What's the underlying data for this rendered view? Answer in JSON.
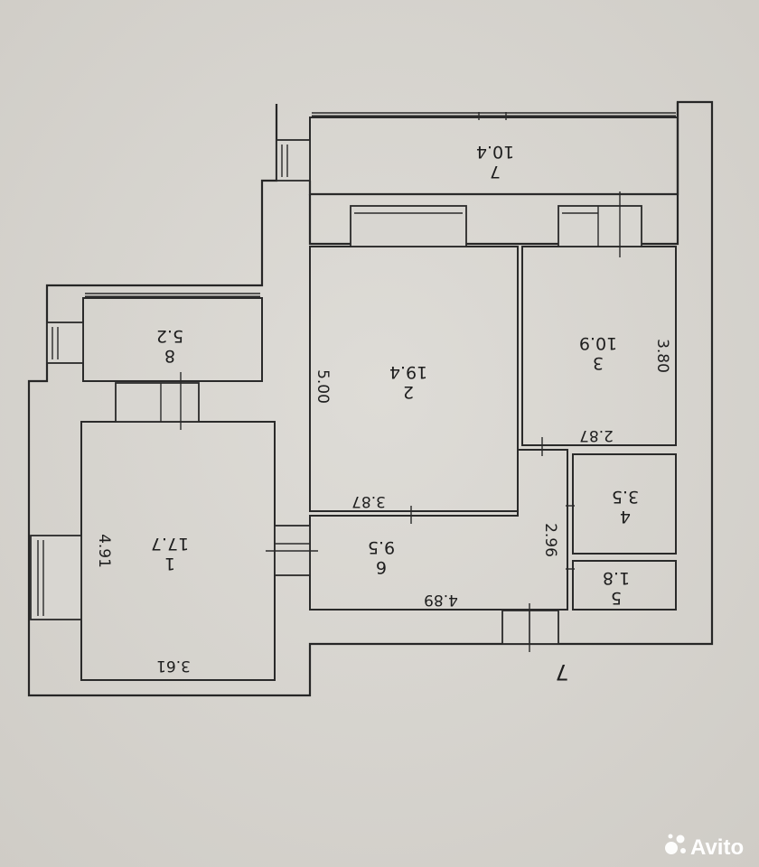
{
  "rooms": [
    {
      "number": "1",
      "area": "17.7"
    },
    {
      "number": "2",
      "area": "19.4"
    },
    {
      "number": "3",
      "area": "10.9"
    },
    {
      "number": "4",
      "area": "3.5"
    },
    {
      "number": "5",
      "area": "1.8"
    },
    {
      "number": "6",
      "area": "9.5"
    },
    {
      "number": "7",
      "area": "10.4"
    },
    {
      "number": "8",
      "area": "5.2"
    }
  ],
  "dimensions": [
    "4.91",
    "3.61",
    "5.00",
    "3.87",
    "3.80",
    "2.87",
    "2.96",
    "4.89"
  ],
  "corner_mark": "7",
  "watermark": {
    "brand": "Avito"
  }
}
